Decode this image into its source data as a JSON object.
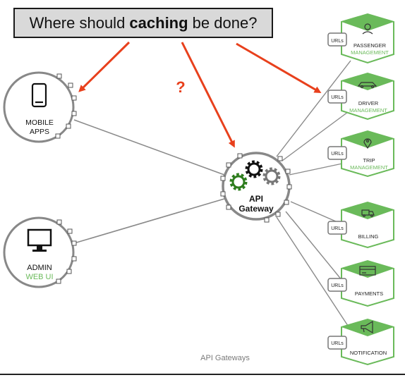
{
  "question": {
    "pre": "Where should ",
    "bold": "caching",
    "post": " be done?"
  },
  "question_mark": "?",
  "clients": [
    {
      "id": "mobile",
      "icon": "smartphone-icon",
      "line1": "MOBILE",
      "line2": "APPS"
    },
    {
      "id": "admin",
      "icon": "monitor-icon",
      "line1": "ADMIN",
      "line2": "WEB UI"
    }
  ],
  "gateway": {
    "line1": "API",
    "line2": "Gateway",
    "icon": "gears-icon"
  },
  "services": [
    {
      "badge": "URLs",
      "icon": "person-icon",
      "name": "PASSENGER",
      "sub": "MANAGEMENT"
    },
    {
      "badge": "URLs",
      "icon": "car-icon",
      "name": "DRIVER",
      "sub": "MANAGEMENT"
    },
    {
      "badge": "URLs",
      "icon": "map-pin-icon",
      "name": "TRIP",
      "sub": "MANAGEMENT"
    },
    {
      "badge": "URLs",
      "icon": "truck-icon",
      "name": "BILLING",
      "sub": ""
    },
    {
      "badge": "URLs",
      "icon": "credit-card-icon",
      "name": "PAYMENTS",
      "sub": ""
    },
    {
      "badge": "URLs",
      "icon": "megaphone-icon",
      "name": "NOTIFICATION",
      "sub": ""
    }
  ],
  "caption": "API Gateways",
  "colors": {
    "arrow": "#e8401c",
    "green": "#6aba5a",
    "line": "#8a8a8a",
    "gear_green": "#2e7d1e"
  }
}
